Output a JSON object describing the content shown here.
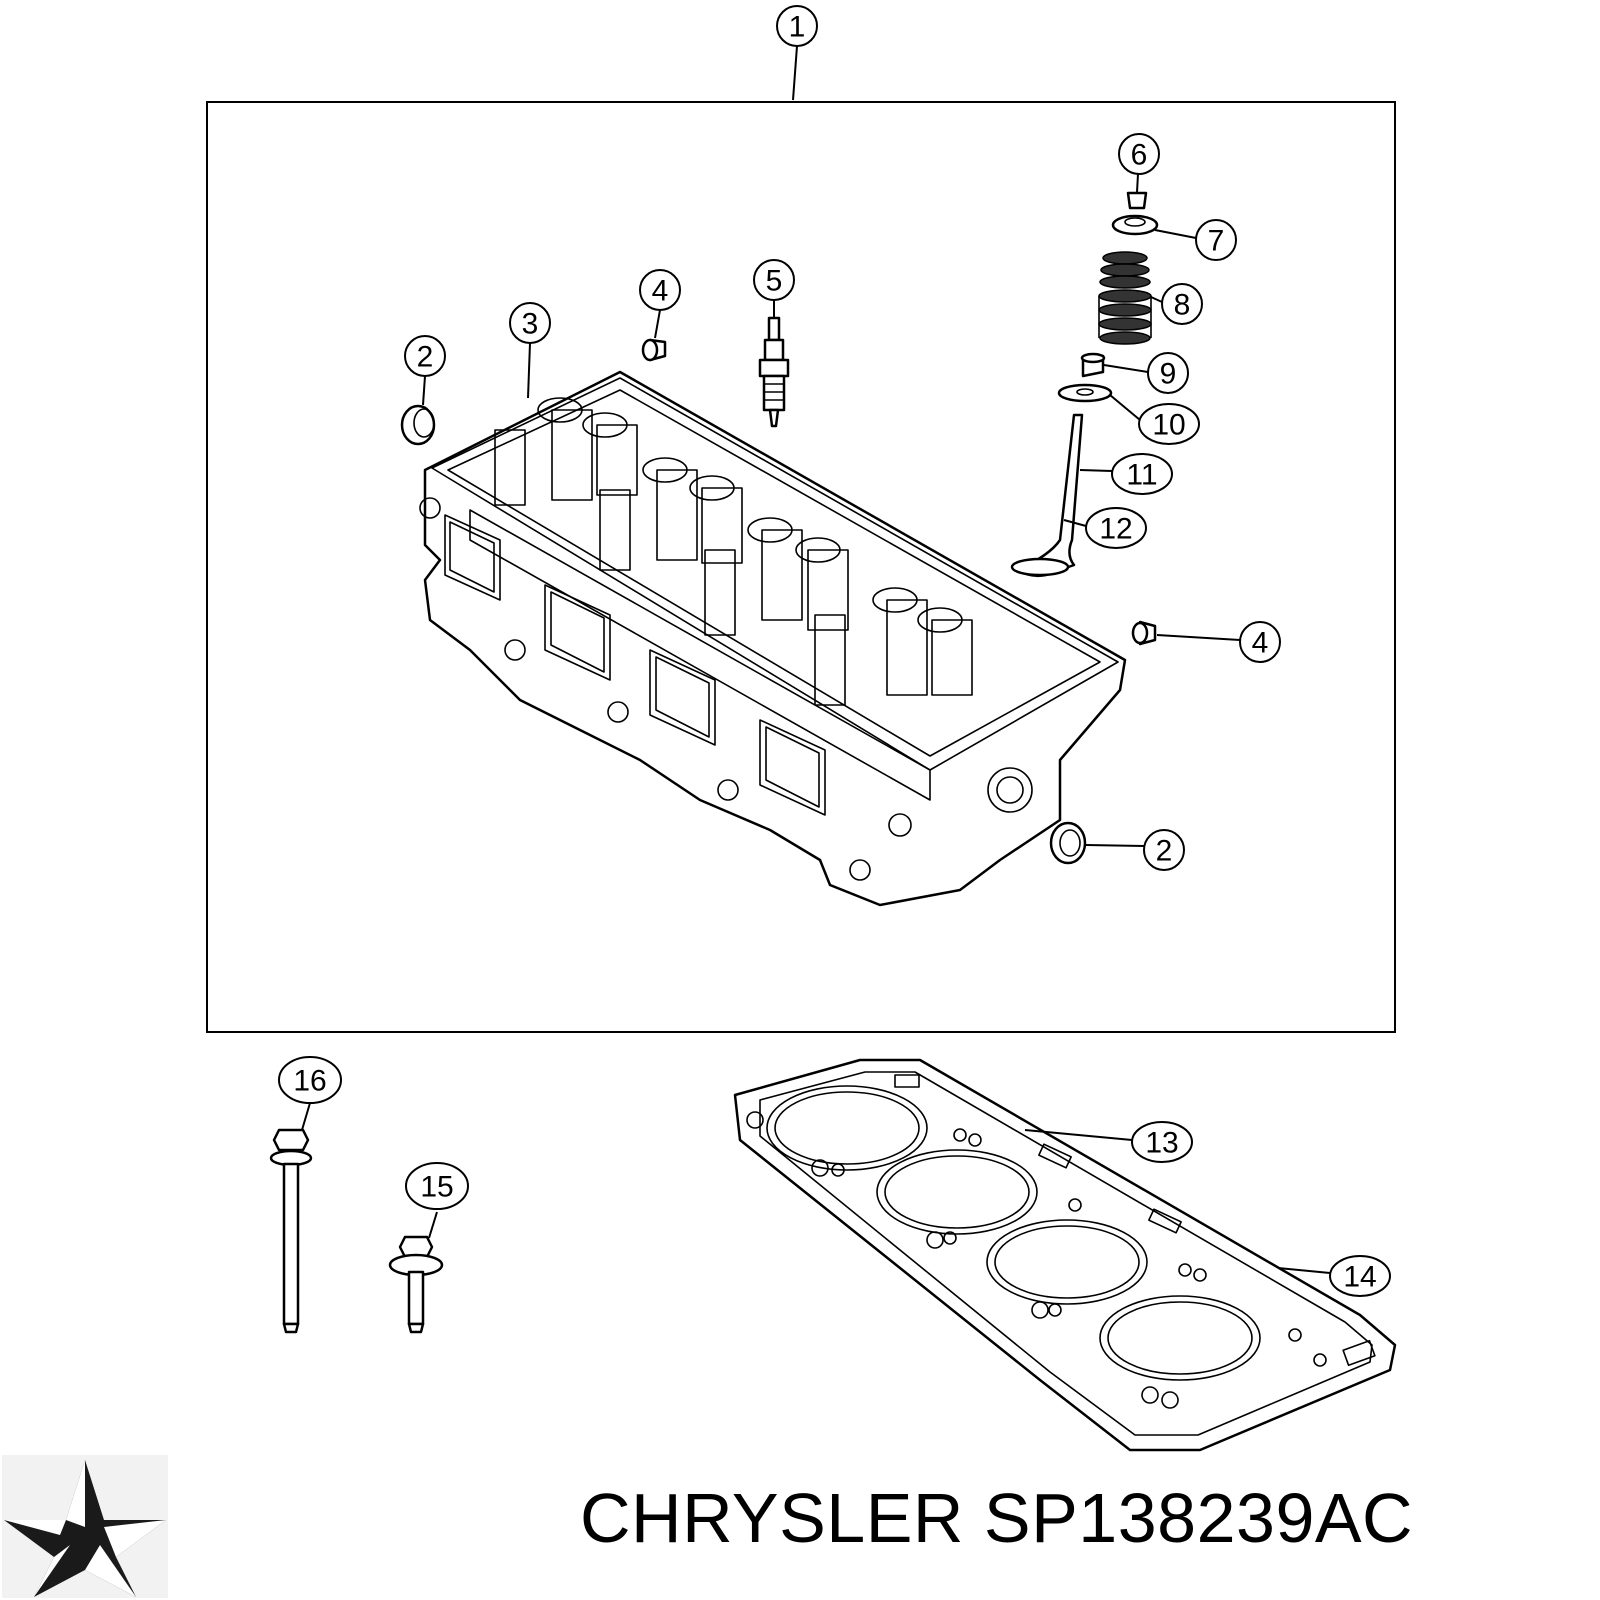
{
  "callouts": [
    {
      "label": "1"
    },
    {
      "label": "2"
    },
    {
      "label": "3"
    },
    {
      "label": "4"
    },
    {
      "label": "5"
    },
    {
      "label": "6"
    },
    {
      "label": "7"
    },
    {
      "label": "8"
    },
    {
      "label": "9"
    },
    {
      "label": "10"
    },
    {
      "label": "11"
    },
    {
      "label": "12"
    },
    {
      "label": "4"
    },
    {
      "label": "2"
    },
    {
      "label": "13"
    },
    {
      "label": "14"
    },
    {
      "label": "15"
    },
    {
      "label": "16"
    }
  ],
  "brand": "CHRYSLER",
  "part_number": "SP138239AC",
  "logo": "chrysler-pentastar-logo"
}
